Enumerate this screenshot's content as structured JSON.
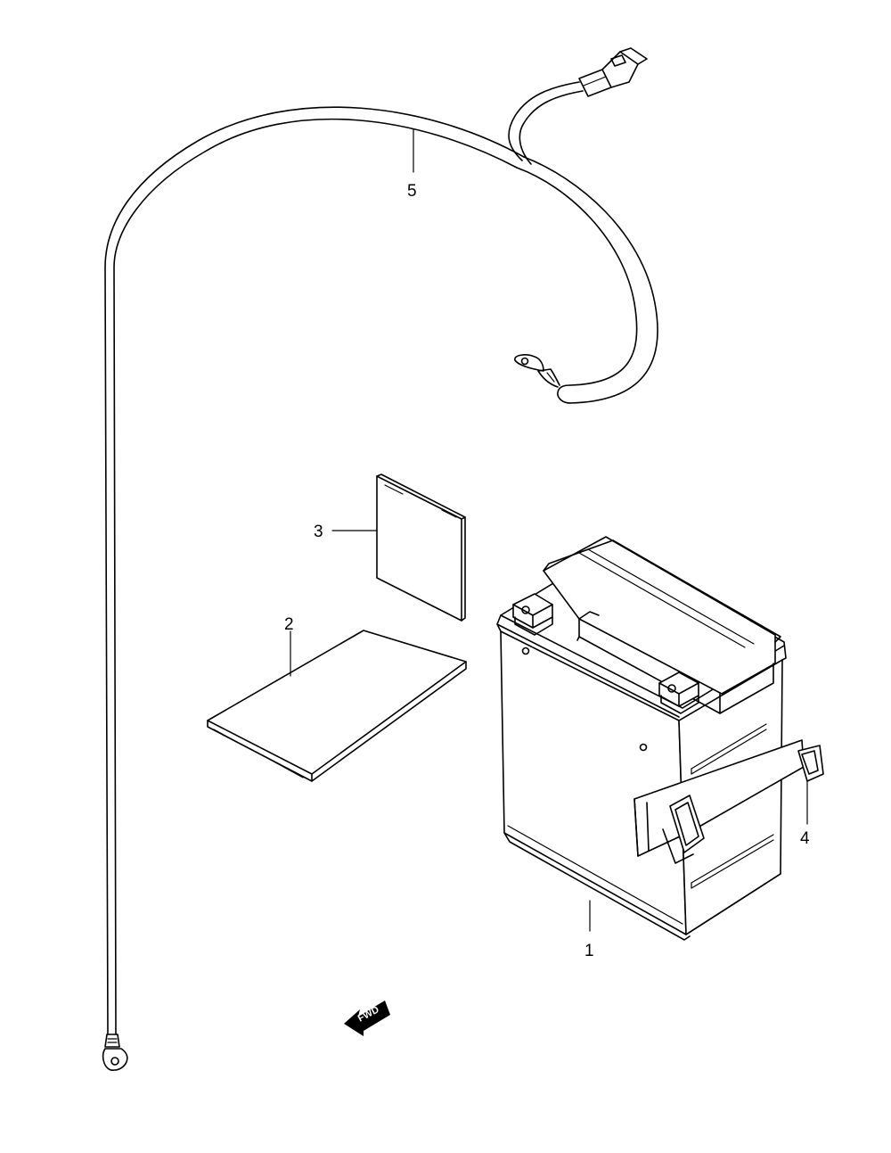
{
  "diagram": {
    "callouts": [
      {
        "id": "1",
        "label": "1",
        "part": "battery"
      },
      {
        "id": "2",
        "label": "2",
        "part": "manual"
      },
      {
        "id": "3",
        "label": "3",
        "part": "label-sheet"
      },
      {
        "id": "4",
        "label": "4",
        "part": "battery-strap"
      },
      {
        "id": "5",
        "label": "5",
        "part": "battery-cable"
      }
    ],
    "direction_marker": {
      "text": "FWD",
      "icon": "fwd-arrow-icon"
    },
    "colors": {
      "line": "#000000",
      "background": "#ffffff"
    }
  }
}
